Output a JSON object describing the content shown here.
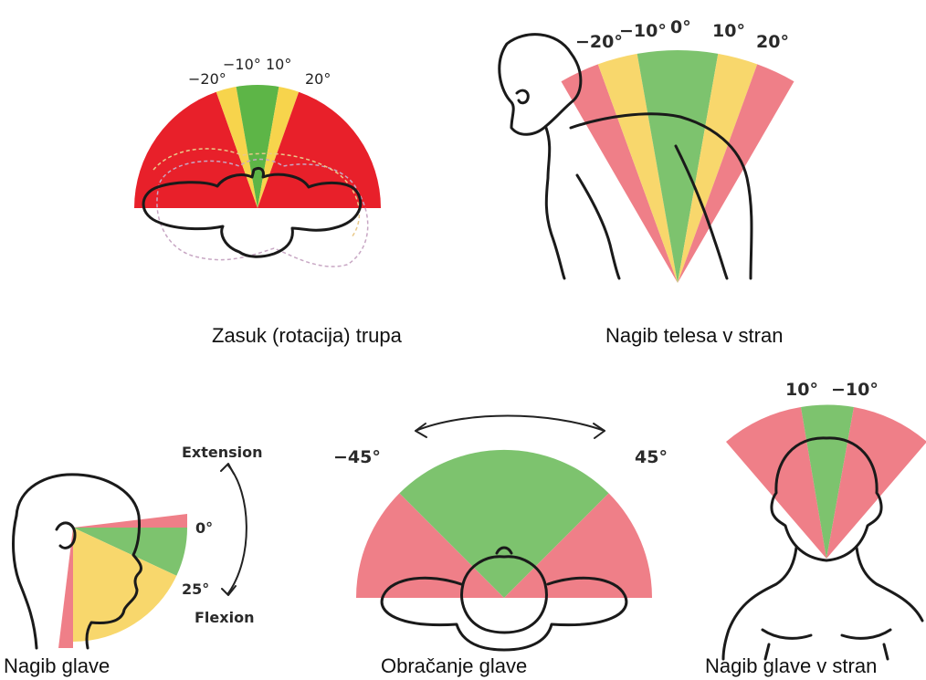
{
  "colors": {
    "red_strong": "#e8202a",
    "red_soft": "#ef7f88",
    "yellow": "#f7d44c",
    "yellow_soft": "#f8d76c",
    "green": "#5db547",
    "green_soft": "#7dc36e",
    "outline": "#1a1a1a"
  },
  "panels": [
    {
      "id": "trunk-rotation",
      "caption": "Zasuk (rotacija) trupa",
      "labels": [
        "−20°",
        "−10°",
        "10°",
        "20°"
      ]
    },
    {
      "id": "trunk-lateral-bend",
      "caption": "Nagib telesa v stran",
      "labels": [
        "−20°",
        "−10°",
        "0°",
        "10°",
        "20°"
      ]
    },
    {
      "id": "head-tilt",
      "caption": "Nagib glave",
      "labels": [
        "0°",
        "25°"
      ],
      "extension_label": "Extension",
      "flexion_label": "Flexion"
    },
    {
      "id": "head-rotation",
      "caption": "Obračanje glave",
      "labels": [
        "−45°",
        "45°"
      ]
    },
    {
      "id": "head-lateral-tilt",
      "caption": "Nagib glave v stran",
      "labels": [
        "10°",
        "−10°"
      ]
    }
  ]
}
